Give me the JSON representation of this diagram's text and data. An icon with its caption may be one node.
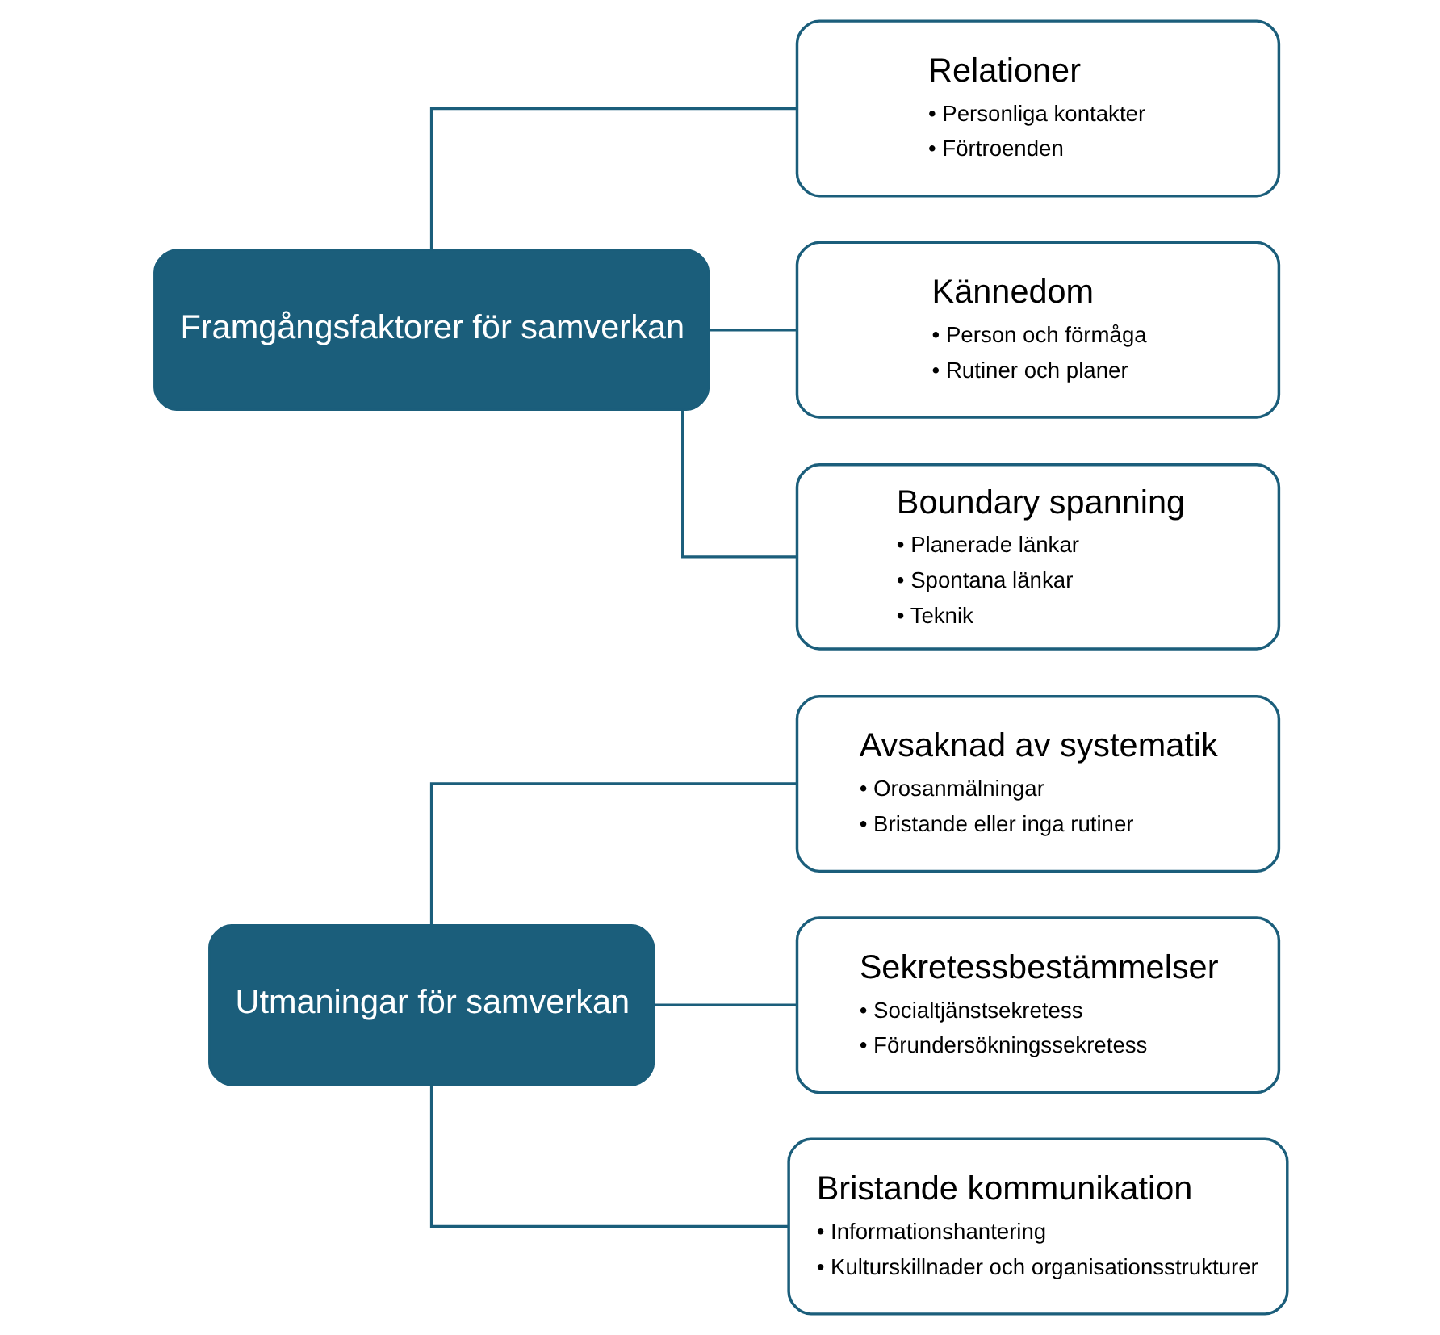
{
  "diagram": {
    "nodes": [
      {
        "text": [
          "Utmaningar för samverkan"
        ]
      },
      {
        "text": [
          "Avsaknad av systematik",
          "• Orosanmälningar",
          "• Bristande eller inga rutiner"
        ]
      },
      {
        "text": [
          "Sekretessbestämmelser",
          "• Socialtjänstsekretess",
          "• Förundersökningssekretess"
        ]
      },
      {
        "text": [
          "Bristande kommunikation",
          "• Informationshantering",
          "• Kulturskillnader och organisationsstrukturer"
        ]
      },
      {
        "text": [
          "Framgångsfaktorer för samverkan"
        ]
      },
      {
        "text": [
          "Relationer",
          "• Personliga kontakter",
          "• Förtroenden"
        ]
      },
      {
        "text": [
          "Kännedom",
          "• Person och förmåga",
          "• Rutiner och planer"
        ]
      },
      {
        "text": [
          "Boundary spanning",
          "• Planerade länkar",
          "• Spontana länkar",
          "• Teknik"
        ]
      }
    ],
    "edges": [
      {
        "from": 0,
        "to": 1,
        "arrow": "none"
      },
      {
        "from": 0,
        "to": 2,
        "arrow": "none"
      },
      {
        "from": 0,
        "to": 3,
        "arrow": "none"
      },
      {
        "from": 4,
        "to": 5,
        "arrow": "none"
      },
      {
        "from": 4,
        "to": 6,
        "arrow": "none"
      },
      {
        "from": 4,
        "to": 7,
        "arrow": "none"
      }
    ]
  }
}
